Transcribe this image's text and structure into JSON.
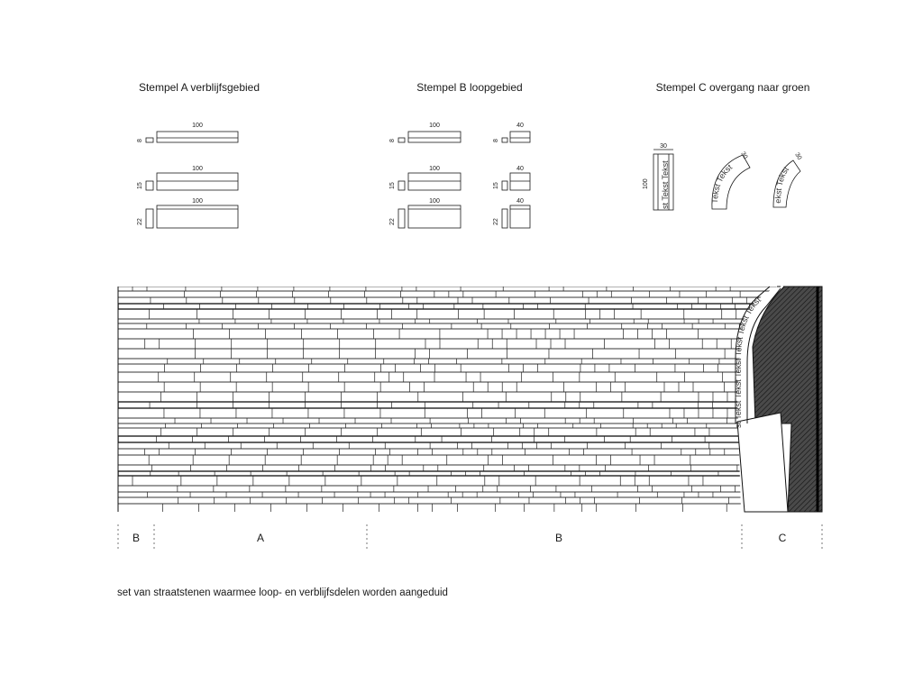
{
  "stamps": {
    "a": {
      "title": "Stempel A verblijfsgebied",
      "widths": [
        "100",
        "100",
        "100"
      ],
      "heights": [
        "8",
        "15",
        "22"
      ]
    },
    "b": {
      "title": "Stempel B loopgebied",
      "widths": [
        "100",
        "100",
        "100"
      ],
      "small_widths": [
        "40",
        "40",
        "40"
      ],
      "heights": [
        "8",
        "15",
        "22"
      ],
      "small_heights": [
        "8",
        "15",
        "22"
      ]
    },
    "c": {
      "title": "Stempel C overgang naar groen",
      "straight_width": "30",
      "straight_length": "100",
      "curve_width_1": "30",
      "curve_width_2": "30",
      "straight_text": "st Tekst Tekst",
      "curve_text_1": "Tekst Tekst",
      "curve_text_2": "ekst Tekst"
    }
  },
  "plan": {
    "curb_text": "st Tekst Tekst Tekst Tekst Tekst Tekst",
    "zones": [
      "B",
      "A",
      "B",
      "C"
    ]
  },
  "caption": "set van straatstenen waarmee loop- en verblijfsdelen worden aangeduid"
}
